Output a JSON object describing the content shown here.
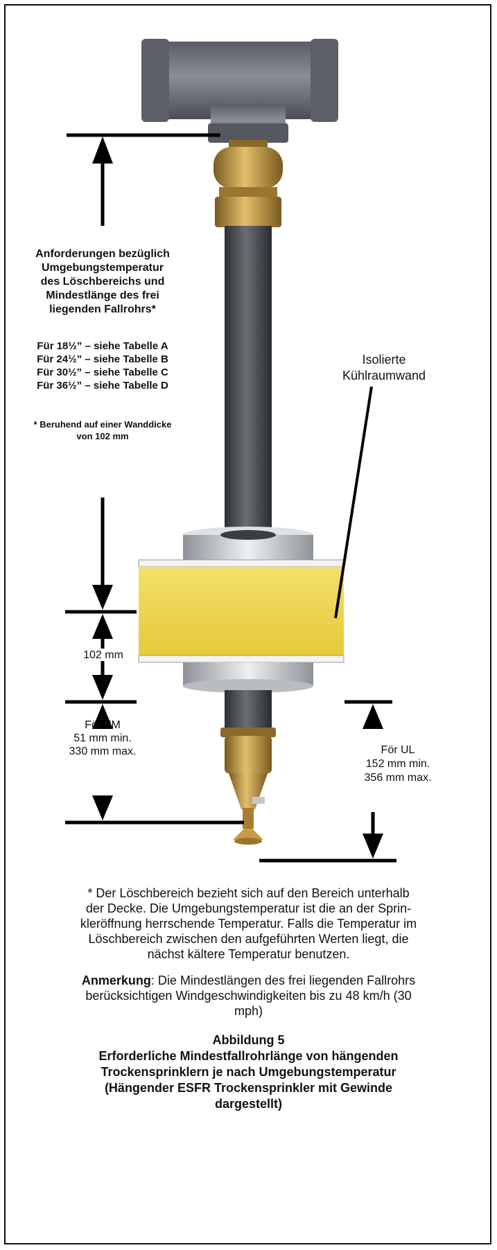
{
  "requirements": {
    "heading_lines": [
      "Anforderungen bezüglich",
      "Umgebungstemperatur",
      "des Löschbereichs und",
      "Mindestlänge des frei",
      "liegenden Fallrohrs*"
    ],
    "tables": [
      "Für 18½” – siehe Tabelle A",
      "Für 24½” – siehe Tabelle B",
      "Für 30½” – siehe Tabelle C",
      "Für 36½” – siehe Tabelle D"
    ],
    "footnote_lines": [
      "* Beruhend auf einer Wanddicke",
      "von 102 mm"
    ]
  },
  "wall_label": [
    "Isolierte",
    "Kühlraumwand"
  ],
  "wall_thickness": "102 mm",
  "fm": [
    "För FM",
    "51 mm min.",
    "330 mm max."
  ],
  "ul": [
    "För UL",
    "152 mm min.",
    "356 mm max."
  ],
  "caption": {
    "note_lines": [
      "* Der Löschbereich bezieht sich auf den Bereich unterhalb",
      "der Decke. Die Umgebungstemperatur ist die an der Sprin-",
      "kleröffnung herrschende Temperatur. Falls die Temperatur im",
      "Löschbereich zwischen den aufgeführten Werten liegt, die",
      "nächst kältere Temperatur benutzen."
    ],
    "remark_label": "Anmerkung",
    "remark_lines": [
      ": Die Mindestlängen des frei liegenden Fallrohrs",
      "berücksichtigen Windgeschwindigkeiten bis zu 48 km/h (30",
      "mph)"
    ],
    "figure_lines": [
      "Abbildung 5",
      "Erforderliche Mindestfallrohrlänge von hängenden",
      "Trockensprinklern je nach Umgebungstemperatur",
      "(Hängender ESFR Trockensprinkler mit Gewinde",
      "dargestellt)"
    ]
  },
  "colors": {
    "pipe": "#4a4e54",
    "tee": "#6d7177",
    "brass": "#b88f3a",
    "insulation": "#f2dc4c",
    "flange": "#c9ccd0",
    "line": "#000000"
  }
}
